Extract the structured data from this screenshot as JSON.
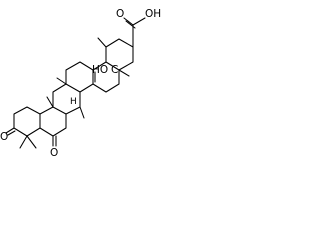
{
  "molecule": {
    "labels": {
      "carboxyl_o": "O",
      "carboxyl_oh": "OH",
      "hydroxyl": "HO",
      "ring_c": "C",
      "ketone_3": "O",
      "ketone_6": "O",
      "h_9": "H"
    }
  }
}
